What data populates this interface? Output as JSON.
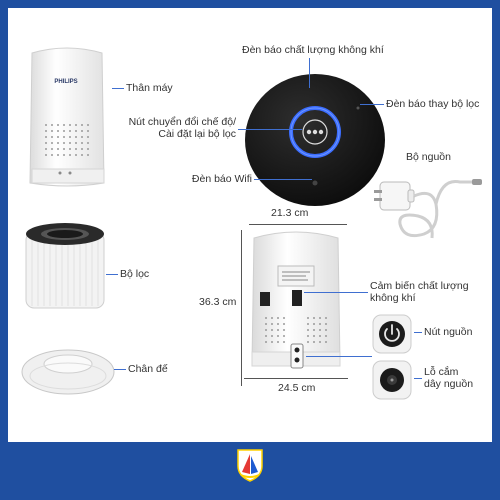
{
  "product": {
    "brand": "PHILIPS"
  },
  "labels": {
    "body": "Thân máy",
    "filter": "Bộ lọc",
    "base": "Chân đế",
    "air_quality_light": "Đèn báo chất lượng không khí",
    "filter_change_light": "Đèn báo thay bộ lọc",
    "mode_button_line1": "Nút chuyển đổi chế độ/",
    "mode_button_line2": "Cài đặt lại bộ lọc",
    "wifi_light": "Đèn báo Wifi",
    "power_adapter": "Bộ nguồn",
    "sensor_line1": "Cảm biến chất lượng",
    "sensor_line2": "không khí",
    "power_button": "Nút nguồn",
    "power_port_line1": "Lỗ cắm",
    "power_port_line2": "dây nguồn"
  },
  "dimensions": {
    "depth": "21.3 cm",
    "height": "36.3 cm",
    "width": "24.5 cm"
  },
  "colors": {
    "background": "#1f4fa0",
    "accent_line": "#3f6fd0",
    "ring_light": "#3b6dff"
  },
  "icons": {
    "mode": "cycle-icon",
    "power": "power-icon",
    "logo": "shield-sail-logo-icon"
  }
}
